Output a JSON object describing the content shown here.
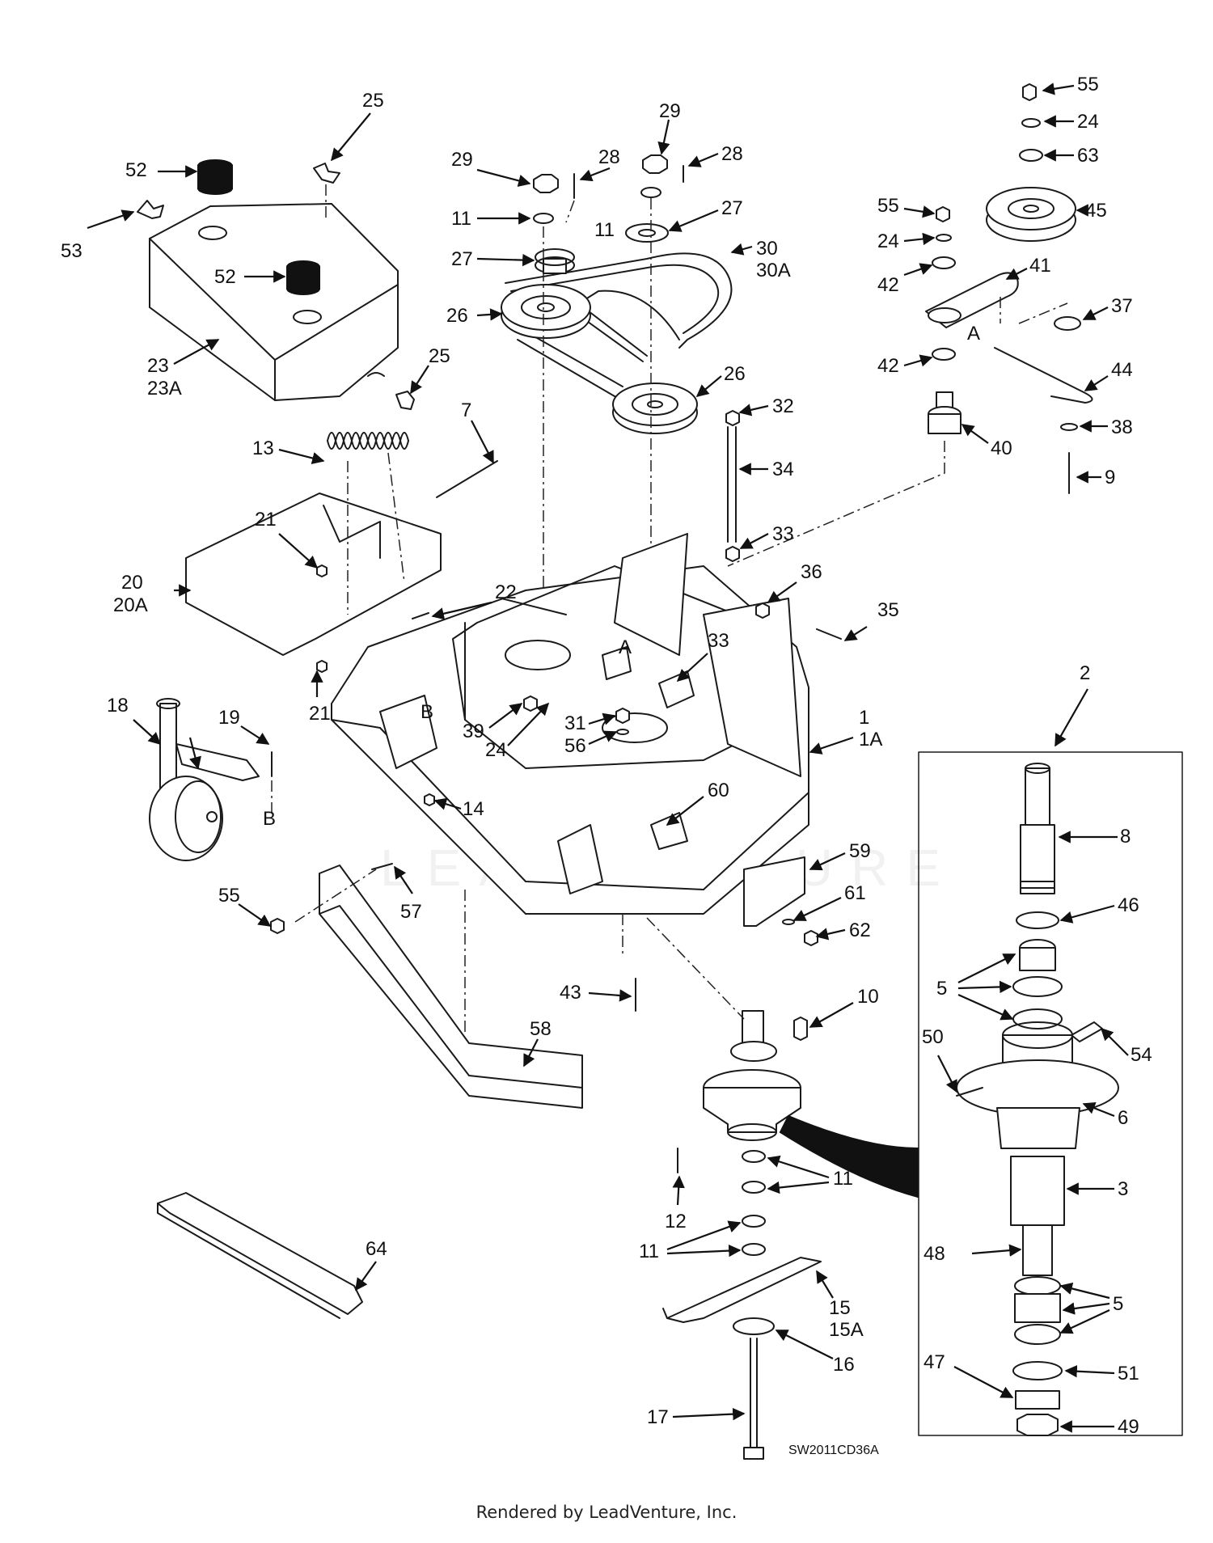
{
  "diagram": {
    "drawing_code": "SW2011CD36A",
    "watermark_text": "LEADVENTURE",
    "footer": "Rendered by LeadVenture, Inc.",
    "detail_box_label": "2",
    "callouts": [
      {
        "id": "c55a",
        "text": "55"
      },
      {
        "id": "c24a",
        "text": "24"
      },
      {
        "id": "c63",
        "text": "63"
      },
      {
        "id": "c45",
        "text": "45"
      },
      {
        "id": "c55b",
        "text": "55"
      },
      {
        "id": "c24b",
        "text": "24"
      },
      {
        "id": "c42a",
        "text": "42"
      },
      {
        "id": "c41",
        "text": "41"
      },
      {
        "id": "c37",
        "text": "37"
      },
      {
        "id": "cA1",
        "text": "A"
      },
      {
        "id": "c42b",
        "text": "42"
      },
      {
        "id": "c44",
        "text": "44"
      },
      {
        "id": "c38",
        "text": "38"
      },
      {
        "id": "c40",
        "text": "40"
      },
      {
        "id": "c9",
        "text": "9"
      },
      {
        "id": "c29a",
        "text": "29"
      },
      {
        "id": "c28a",
        "text": "28"
      },
      {
        "id": "c29b",
        "text": "29"
      },
      {
        "id": "c28b",
        "text": "28"
      },
      {
        "id": "c11a",
        "text": "11"
      },
      {
        "id": "c11b",
        "text": "11"
      },
      {
        "id": "c27a",
        "text": "27"
      },
      {
        "id": "c27b",
        "text": "27"
      },
      {
        "id": "c30",
        "text": "30"
      },
      {
        "id": "c30A",
        "text": "30A"
      },
      {
        "id": "c26a",
        "text": "26"
      },
      {
        "id": "c26b",
        "text": "26"
      },
      {
        "id": "c25a",
        "text": "25"
      },
      {
        "id": "c52a",
        "text": "52"
      },
      {
        "id": "c53",
        "text": "53"
      },
      {
        "id": "c52b",
        "text": "52"
      },
      {
        "id": "c23",
        "text": "23"
      },
      {
        "id": "c23A",
        "text": "23A"
      },
      {
        "id": "c25b",
        "text": "25"
      },
      {
        "id": "c13",
        "text": "13"
      },
      {
        "id": "c7",
        "text": "7"
      },
      {
        "id": "c32",
        "text": "32"
      },
      {
        "id": "c34",
        "text": "34"
      },
      {
        "id": "c33a",
        "text": "33"
      },
      {
        "id": "c21a",
        "text": "21"
      },
      {
        "id": "c20",
        "text": "20"
      },
      {
        "id": "c20A",
        "text": "20A"
      },
      {
        "id": "c22",
        "text": "22"
      },
      {
        "id": "c36",
        "text": "36"
      },
      {
        "id": "c35",
        "text": "35"
      },
      {
        "id": "cA2",
        "text": "A"
      },
      {
        "id": "c33b",
        "text": "33"
      },
      {
        "id": "c21b",
        "text": "21"
      },
      {
        "id": "c18",
        "text": "18"
      },
      {
        "id": "c19",
        "text": "19"
      },
      {
        "id": "cB1",
        "text": "B"
      },
      {
        "id": "c39",
        "text": "39"
      },
      {
        "id": "c24c",
        "text": "24"
      },
      {
        "id": "c31",
        "text": "31"
      },
      {
        "id": "c56",
        "text": "56"
      },
      {
        "id": "c1",
        "text": "1"
      },
      {
        "id": "c1A",
        "text": "1A"
      },
      {
        "id": "c14",
        "text": "14"
      },
      {
        "id": "cB2",
        "text": "B"
      },
      {
        "id": "c60",
        "text": "60"
      },
      {
        "id": "c2",
        "text": "2"
      },
      {
        "id": "c8",
        "text": "8"
      },
      {
        "id": "c46",
        "text": "46"
      },
      {
        "id": "c5a",
        "text": "5"
      },
      {
        "id": "c54",
        "text": "54"
      },
      {
        "id": "c50",
        "text": "50"
      },
      {
        "id": "c6",
        "text": "6"
      },
      {
        "id": "c3",
        "text": "3"
      },
      {
        "id": "c48",
        "text": "48"
      },
      {
        "id": "c5b",
        "text": "5"
      },
      {
        "id": "c51",
        "text": "51"
      },
      {
        "id": "c47",
        "text": "47"
      },
      {
        "id": "c49",
        "text": "49"
      },
      {
        "id": "c59",
        "text": "59"
      },
      {
        "id": "c61",
        "text": "61"
      },
      {
        "id": "c62",
        "text": "62"
      },
      {
        "id": "c55c",
        "text": "55"
      },
      {
        "id": "c57",
        "text": "57"
      },
      {
        "id": "c43",
        "text": "43"
      },
      {
        "id": "c10",
        "text": "10"
      },
      {
        "id": "c58",
        "text": "58"
      },
      {
        "id": "c12",
        "text": "12"
      },
      {
        "id": "c11c",
        "text": "11"
      },
      {
        "id": "c11d",
        "text": "11"
      },
      {
        "id": "c15",
        "text": "15"
      },
      {
        "id": "c15A",
        "text": "15A"
      },
      {
        "id": "c16",
        "text": "16"
      },
      {
        "id": "c17",
        "text": "17"
      },
      {
        "id": "c64",
        "text": "64"
      }
    ]
  }
}
